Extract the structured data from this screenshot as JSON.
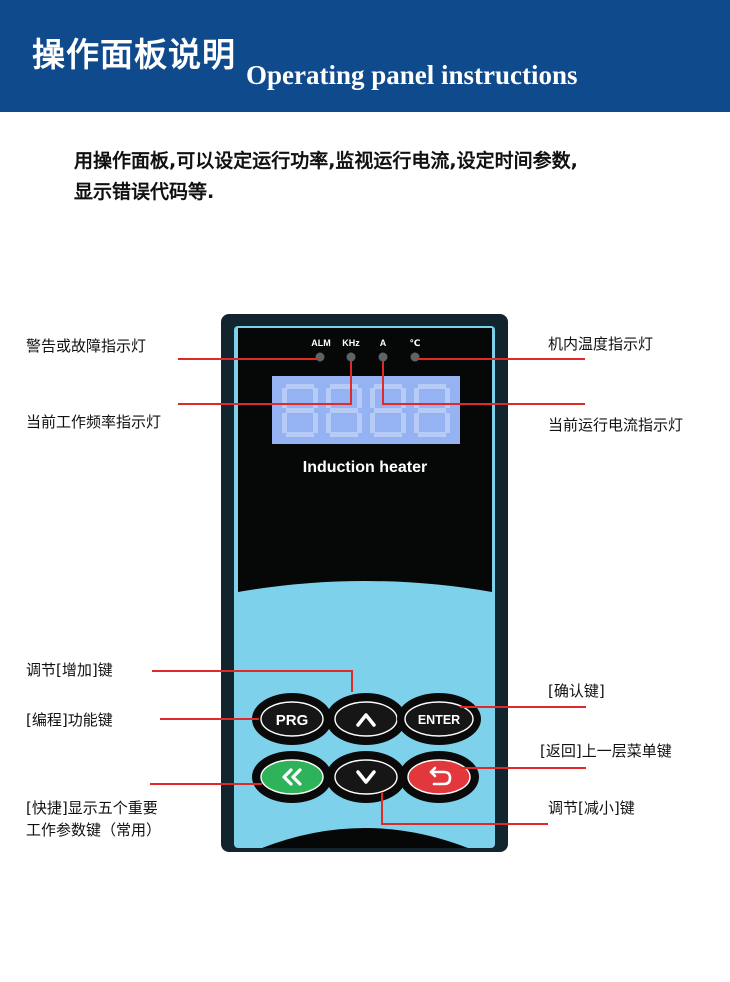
{
  "header": {
    "title_cn": "操作面板说明",
    "title_en": "Operating panel instructions"
  },
  "description": {
    "line1": "用操作面板,可以设定运行功率,监视运行电流,设定时间参数,",
    "line2": "显示错误代码等."
  },
  "panel": {
    "indicators": [
      "ALM",
      "KHz",
      "A",
      "℃"
    ],
    "device_name": "Induction heater",
    "buttons": {
      "prg": "PRG",
      "enter": "ENTER"
    }
  },
  "callouts": {
    "alarm": "警告或故障指示灯",
    "frequency": "当前工作频率指示灯",
    "temperature": "机内温度指示灯",
    "current": "当前运行电流指示灯",
    "increase": "调节[增加]键",
    "program": "[编程]功能键",
    "confirm": "[确认键]",
    "back": "[返回]上一层菜单键",
    "shortcut_line1": "[快捷]显示五个重要",
    "shortcut_line2": "工作参数键（常用）",
    "decrease": "调节[减小]键"
  },
  "colors": {
    "banner": "#0e4a8c",
    "panel_body": "#7dd1ea",
    "leader_line": "#e02a2a",
    "shortcut_button": "#2fb35a",
    "back_button": "#e2373d"
  },
  "icons": {
    "up": "chevron-up-icon",
    "down": "chevron-down-icon",
    "shortcut": "double-chevron-left-icon",
    "back": "return-arrow-icon"
  }
}
